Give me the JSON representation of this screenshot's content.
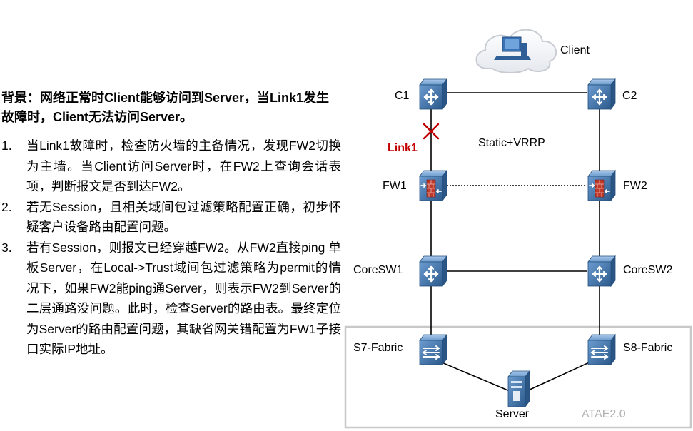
{
  "background": {
    "title": "背景：网络正常时Client能够访问到Server，当Link1发生故障时，Client无法访问Server。"
  },
  "steps": [
    {
      "num": "1.",
      "text": "当Link1故障时，检查防火墙的主备情况，发现FW2切换为主墙。当Client访问Server时，在FW2上查询会话表项，判断报文是否到达FW2。"
    },
    {
      "num": "2.",
      "text": "若无Session，且相关域间包过滤策略配置正确，初步怀疑客户设备路由配置问题。"
    },
    {
      "num": "3.",
      "text": "若有Session，则报文已经穿越FW2。从FW2直接ping 单板Server，在Local->Trust域间包过滤策略为permit的情况下，如果FW2能ping通Server，则表示FW2到Server的二层通路没问题。此时，检查Server的路由表。最终定位为Server的路由配置问题，其缺省网关错配置为FW1子接口实际IP地址。"
    }
  ],
  "diagram": {
    "client_label": "Client",
    "c1_label": "C1",
    "c2_label": "C2",
    "link1_label": "Link1",
    "protocol_label": "Static+VRRP",
    "fw1_label": "FW1",
    "fw2_label": "FW2",
    "coresw1_label": "CoreSW1",
    "coresw2_label": "CoreSW2",
    "s7_label": "S7-Fabric",
    "s8_label": "S8-Fabric",
    "server_label": "Server",
    "atae_label": "ATAE2.0"
  },
  "colors": {
    "device_blue": "#3a6ea5",
    "link1_red": "#c00000",
    "fail_mark": "#c00000",
    "atae_gray": "#b0b0b0",
    "box_border": "#c8c8c8"
  }
}
